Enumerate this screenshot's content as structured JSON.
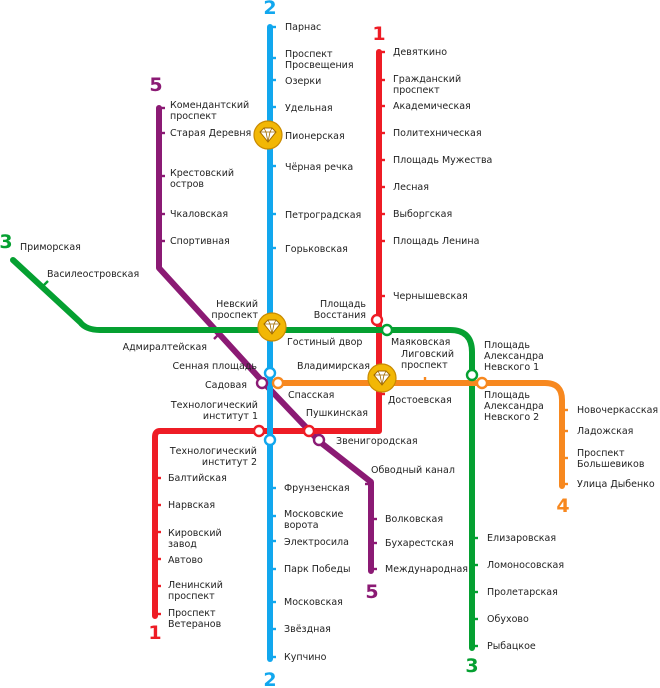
{
  "colors": {
    "l1": "#ee1c25",
    "l2": "#11a7ee",
    "l3": "#05a031",
    "l4": "#f7881f",
    "l5": "#8b1a74",
    "gem": "#f2b705"
  },
  "line_numbers": [
    "1",
    "2",
    "3",
    "4",
    "5"
  ],
  "stations": {
    "parnas": [
      "Парнас"
    ],
    "prospekt_prosvescheniya": [
      "Проспект",
      "Просвещения"
    ],
    "ozerki": [
      "Озерки"
    ],
    "udelnaya": [
      "Удельная"
    ],
    "pionerskaya": [
      "Пионерская"
    ],
    "chernaya_rechka": [
      "Чёрная речка"
    ],
    "petrogradskaya": [
      "Петроградская"
    ],
    "gorkovskaya": [
      "Горьковская"
    ],
    "nevsky_prospekt": [
      "Невский",
      "проспект"
    ],
    "sennaya": [
      "Сенная площадь"
    ],
    "tekh_2": [
      "Технологический",
      "институт 2"
    ],
    "frunzenskaya": [
      "Фрунзенская"
    ],
    "moskovskie_vorota": [
      "Московские",
      "ворота"
    ],
    "elektrosila": [
      "Электросила"
    ],
    "park_pobedy": [
      "Парк Победы"
    ],
    "moskovskaya": [
      "Московская"
    ],
    "zvezdnaya": [
      "Звёздная"
    ],
    "kupchino": [
      "Купчино"
    ],
    "devyatkino": [
      "Девяткино"
    ],
    "grazhdansky": [
      "Гражданский",
      "проспект"
    ],
    "akademicheskaya": [
      "Академическая"
    ],
    "politekhnicheskaya": [
      "Политехническая"
    ],
    "pl_muzhestva": [
      "Площадь Мужества"
    ],
    "lesnaya": [
      "Лесная"
    ],
    "vyborgskaya": [
      "Выборгская"
    ],
    "pl_lenina": [
      "Площадь Ленина"
    ],
    "chernyshevskaya": [
      "Чернышевская"
    ],
    "pl_vosstaniya": [
      "Площадь",
      "Восстания"
    ],
    "vladimirskaya": [
      "Владимирская"
    ],
    "pushkinskaya": [
      "Пушкинская"
    ],
    "tekh_1": [
      "Технологический",
      "институт 1"
    ],
    "baltiyskaya": [
      "Балтийская"
    ],
    "narvskaya": [
      "Нарвская"
    ],
    "kirovsky_zavod": [
      "Кировский",
      "завод"
    ],
    "avtovo": [
      "Автово"
    ],
    "leninsky": [
      "Ленинский",
      "проспект"
    ],
    "veteranov": [
      "Проспект",
      "Ветеранов"
    ],
    "primorskaya": [
      "Приморская"
    ],
    "vasileostrovskaya": [
      "Василеостровская"
    ],
    "gostiny_dvor": [
      "Гостиный двор"
    ],
    "mayakovskaya": [
      "Маяковская"
    ],
    "pl_nevskogo_1": [
      "Площадь",
      "Александра",
      "Невского 1"
    ],
    "elizarovskaya": [
      "Елизаровская"
    ],
    "lomonosovskaya": [
      "Ломоносовская"
    ],
    "proletarskaya": [
      "Пролетарская"
    ],
    "obukhovo": [
      "Обухово"
    ],
    "rybatskoe": [
      "Рыбацкое"
    ],
    "spasskaya": [
      "Спасская"
    ],
    "dostoevskaya": [
      "Достоевская"
    ],
    "ligovsky": [
      "Лиговский",
      "проспект"
    ],
    "pl_nevskogo_2": [
      "Площадь",
      "Александра",
      "Невского 2"
    ],
    "novocherkasskaya": [
      "Новочеркасская"
    ],
    "ladozhskaya": [
      "Ладожская"
    ],
    "pr_bolshevikov": [
      "Проспект",
      "Большевиков"
    ],
    "dybenko": [
      "Улица Дыбенко"
    ],
    "komendantsky": [
      "Комендантский",
      "проспект"
    ],
    "staraya_derevnya": [
      "Старая Деревня"
    ],
    "krestovsky": [
      "Крестовский",
      "остров"
    ],
    "chkalovskaya": [
      "Чкаловская"
    ],
    "sportivnaya": [
      "Спортивная"
    ],
    "admiralteyskaya": [
      "Адмиралтейская"
    ],
    "sadovaya": [
      "Садовая"
    ],
    "zvenigorodskaya": [
      "Звенигородская"
    ],
    "obvodny": [
      "Обводный канал"
    ],
    "volkovskaya": [
      "Волковская"
    ],
    "bukharestskaya": [
      "Бухарестская"
    ],
    "mezhdunarodnaya": [
      "Международная"
    ]
  }
}
